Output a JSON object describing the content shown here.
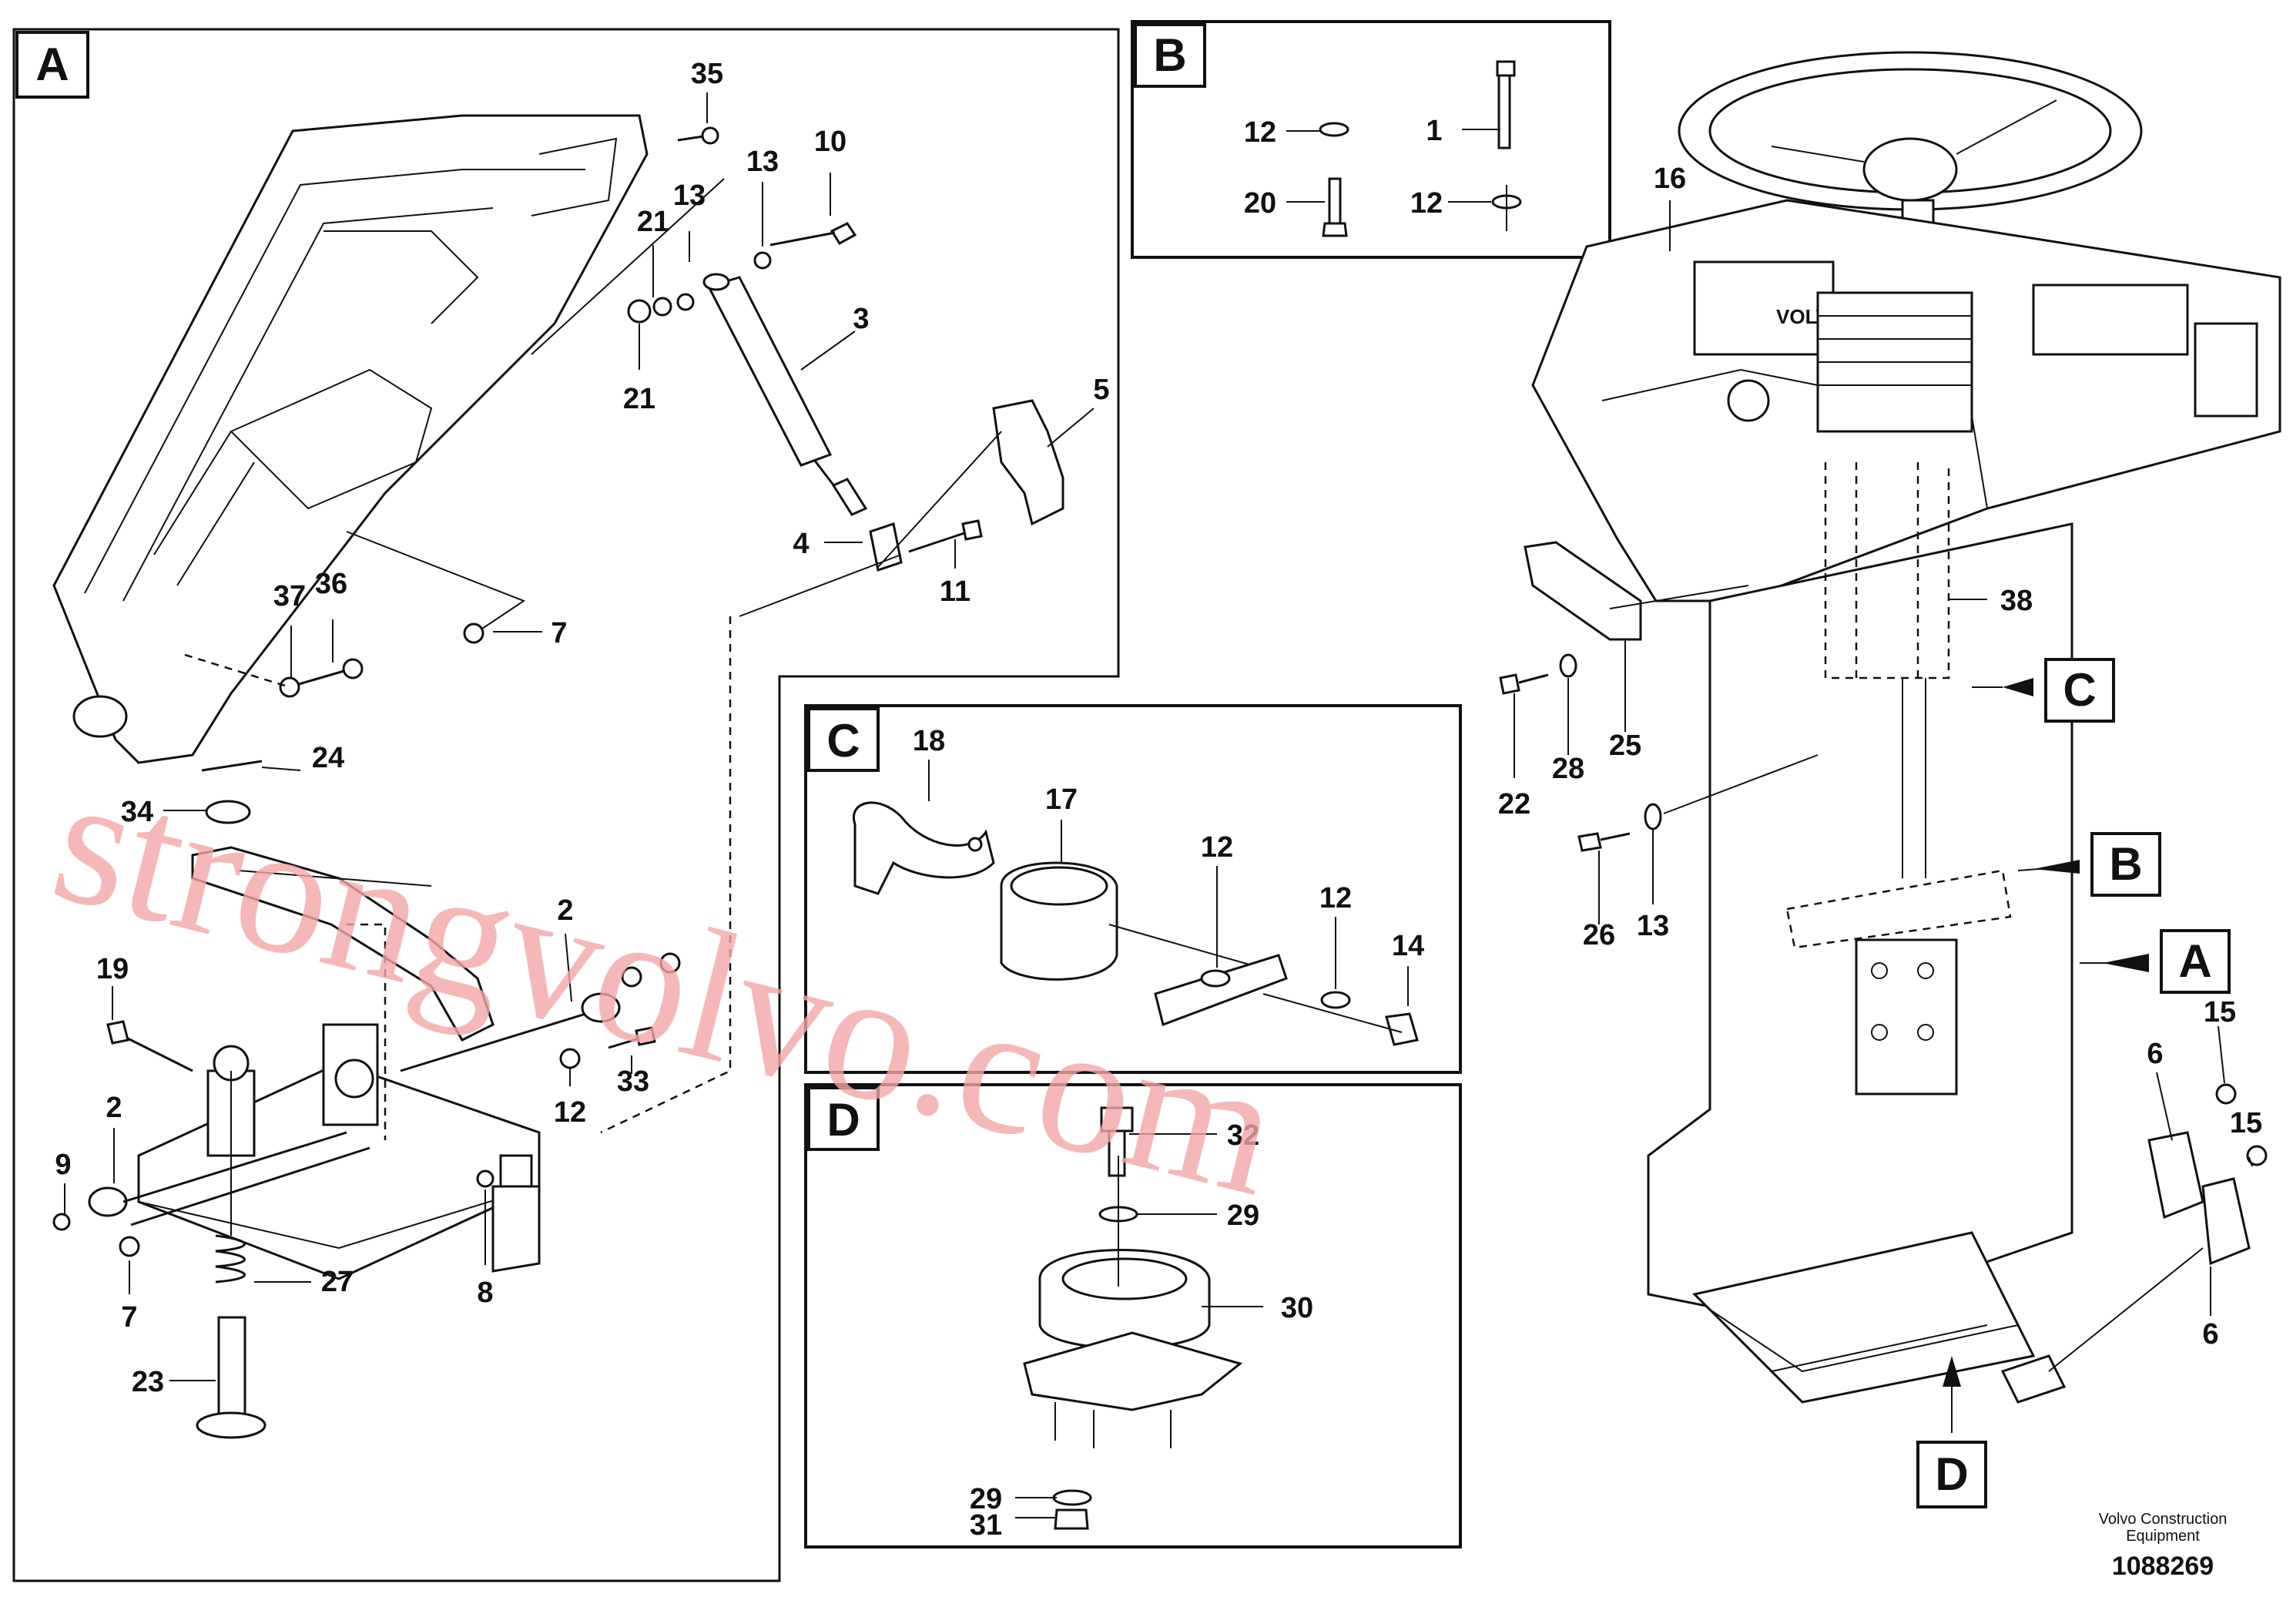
{
  "panels": {
    "A": {
      "letter": "A"
    },
    "B": {
      "letter": "B"
    },
    "C": {
      "letter": "C"
    },
    "D": {
      "letter": "D"
    }
  },
  "view_refs": {
    "A": "A",
    "B": "B",
    "C": "C",
    "D": "D"
  },
  "callouts": {
    "a35": "35",
    "a10": "10",
    "a13a": "13",
    "a13b": "13",
    "a21a": "21",
    "a21b": "21",
    "a3": "3",
    "a5": "5",
    "a4": "4",
    "a11": "11",
    "a37": "37",
    "a36": "36",
    "a7a": "7",
    "a24": "24",
    "a34": "34",
    "a2a": "2",
    "a19": "19",
    "a2b": "2",
    "a9": "9",
    "a7b": "7",
    "a12": "12",
    "a33": "33",
    "a27": "27",
    "a8": "8",
    "a23": "23",
    "b12a": "12",
    "b1": "1",
    "b20": "20",
    "b12b": "12",
    "c18": "18",
    "c17": "17",
    "c12a": "12",
    "c12b": "12",
    "c14": "14",
    "d32": "32",
    "d29a": "29",
    "d30": "30",
    "d29b": "29",
    "d31": "31",
    "m16": "16",
    "m38": "38",
    "m22": "22",
    "m28": "28",
    "m25": "25",
    "m26": "26",
    "m13": "13",
    "m6a": "6",
    "m15a": "15",
    "m15b": "15",
    "m6b": "6"
  },
  "console_brand": "VOLVO",
  "footer": {
    "company_line1": "Volvo Construction",
    "company_line2": "Equipment",
    "doc_number": "1088269"
  },
  "watermark": "strongvolvo.com"
}
